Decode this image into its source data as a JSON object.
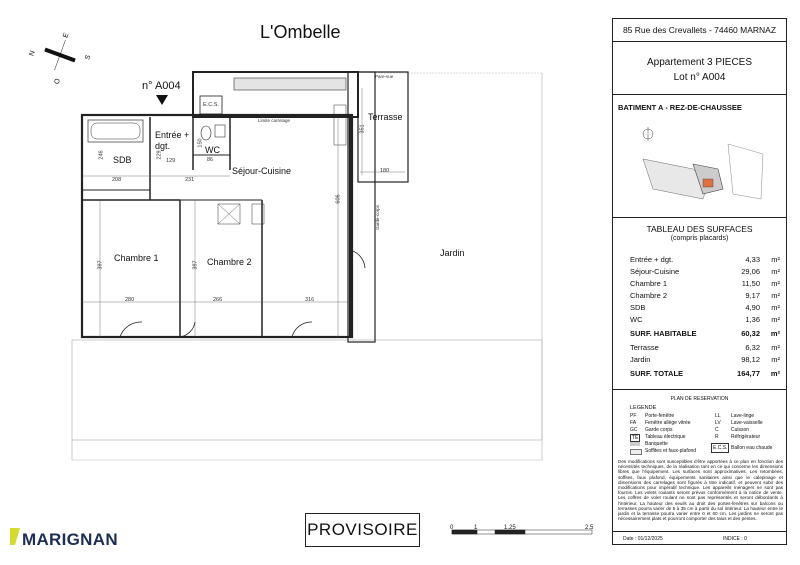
{
  "project_title": "L'Ombelle",
  "lot_label": "n° A004",
  "stamp": "PROVISOIRE",
  "brand": "MARIGNAN",
  "compass": {
    "n": "N",
    "e": "E",
    "s": "S",
    "o": "O"
  },
  "rooms": {
    "entree": "Entrée + dgt.",
    "wc": "WC",
    "sdb": "SDB",
    "sejour": "Séjour-Cuisine",
    "terrasse": "Terrasse",
    "chambre1": "Chambre 1",
    "chambre2": "Chambre 2",
    "jardin": "Jardin",
    "ecs": "E.C.S."
  },
  "dims": [
    "208",
    "231",
    "280",
    "266",
    "316",
    "397",
    "397",
    "606",
    "351",
    "180",
    "246",
    "229",
    "150",
    "86",
    "129"
  ],
  "plan_notes": {
    "limite": "Limite carrelage",
    "pare_vue": "Pare-vue",
    "garde": "Garde-corps"
  },
  "scale": [
    "0",
    "1",
    "1.25",
    "2.5"
  ],
  "panel": {
    "address": "85 Rue des Crevallets - 74460 MARNAZ",
    "apartment": "Appartement 3 PIECES",
    "lot": "Lot n° A004",
    "building": "BATIMENT A -  REZ-DE-CHAUSSEE",
    "table_title": "TABLEAU DES SURFACES",
    "table_subtitle": "(compris placards)",
    "surfaces": [
      {
        "label": "Entrée + dgt.",
        "value": "4,33",
        "unit": "m²"
      },
      {
        "label": "Séjour-Cuisine",
        "value": "29,06",
        "unit": "m²"
      },
      {
        "label": "Chambre 1",
        "value": "11,50",
        "unit": "m²"
      },
      {
        "label": "Chambre 2",
        "value": "9,17",
        "unit": "m²"
      },
      {
        "label": "SDB",
        "value": "4,90",
        "unit": "m²"
      },
      {
        "label": "WC",
        "value": "1,36",
        "unit": "m²"
      }
    ],
    "surf_habitable": {
      "label": "SURF. HABITABLE",
      "value": "60,32",
      "unit": "m²"
    },
    "exterior": [
      {
        "label": "Terrasse",
        "value": "6,32",
        "unit": "m²"
      },
      {
        "label": "Jardin",
        "value": "98,12",
        "unit": "m²"
      }
    ],
    "surf_totale": {
      "label": "SURF. TOTALE",
      "value": "164,77",
      "unit": "m²"
    },
    "legend_head": "PLAN DE RESERVATION",
    "legend_title": "LEGENDE",
    "legend_left": [
      {
        "code": "PF",
        "text": "Porte-fenêtre"
      },
      {
        "code": "FA",
        "text": "Fenêtre allège vitrée"
      },
      {
        "code": "GC",
        "text": "Garde corps"
      },
      {
        "code": "TE",
        "text": "Tableau électrique"
      },
      {
        "code": "",
        "text": "Banquette"
      },
      {
        "code": "",
        "text": "Soffites et faux-plafond"
      }
    ],
    "legend_right": [
      {
        "code": "LL",
        "text": "Lave-linge"
      },
      {
        "code": "LV",
        "text": "Lave-vaisselle"
      },
      {
        "code": "C",
        "text": "Cuisson"
      },
      {
        "code": "R",
        "text": "Réfrigérateur"
      }
    ],
    "legend_ecs": "Ballon eau chaude",
    "note": "Des modifications sont susceptibles d'être apportées à ce plan en fonction des nécessités techniques, de la réalisation tant en ce qui concerne les dimensions libres que l'équipement. Les surfaces sont approximatives. Les retombées, soffites, faux plafond, équipements sanitaires ainsi que le calepinage et dimensions des carrelages sont figurés à titre indicatif, et peuvent subir des modifications pour impératif technique. Les appareils ménagers ne sont pas fournis. Les volets roulants seront prévus conformément à la notice de vente. Les coffres de volet roulant ne sont pas représentés et seront débordants à l'intérieur. La hauteur des seuils au droit des portes-fenêtres sur balcons ou terrasses pourra varier de 5 à 35 cm à partir du sol intérieur. La hauteur entre le jardin et la terrasse pourra varier entre 0 et 60 cm. Les jardins ne seront pas nécessairement plats et pourront comporter des talus et des pentes.",
    "date": "Date : 01/12/2025",
    "indice": "INDICE : 0"
  }
}
